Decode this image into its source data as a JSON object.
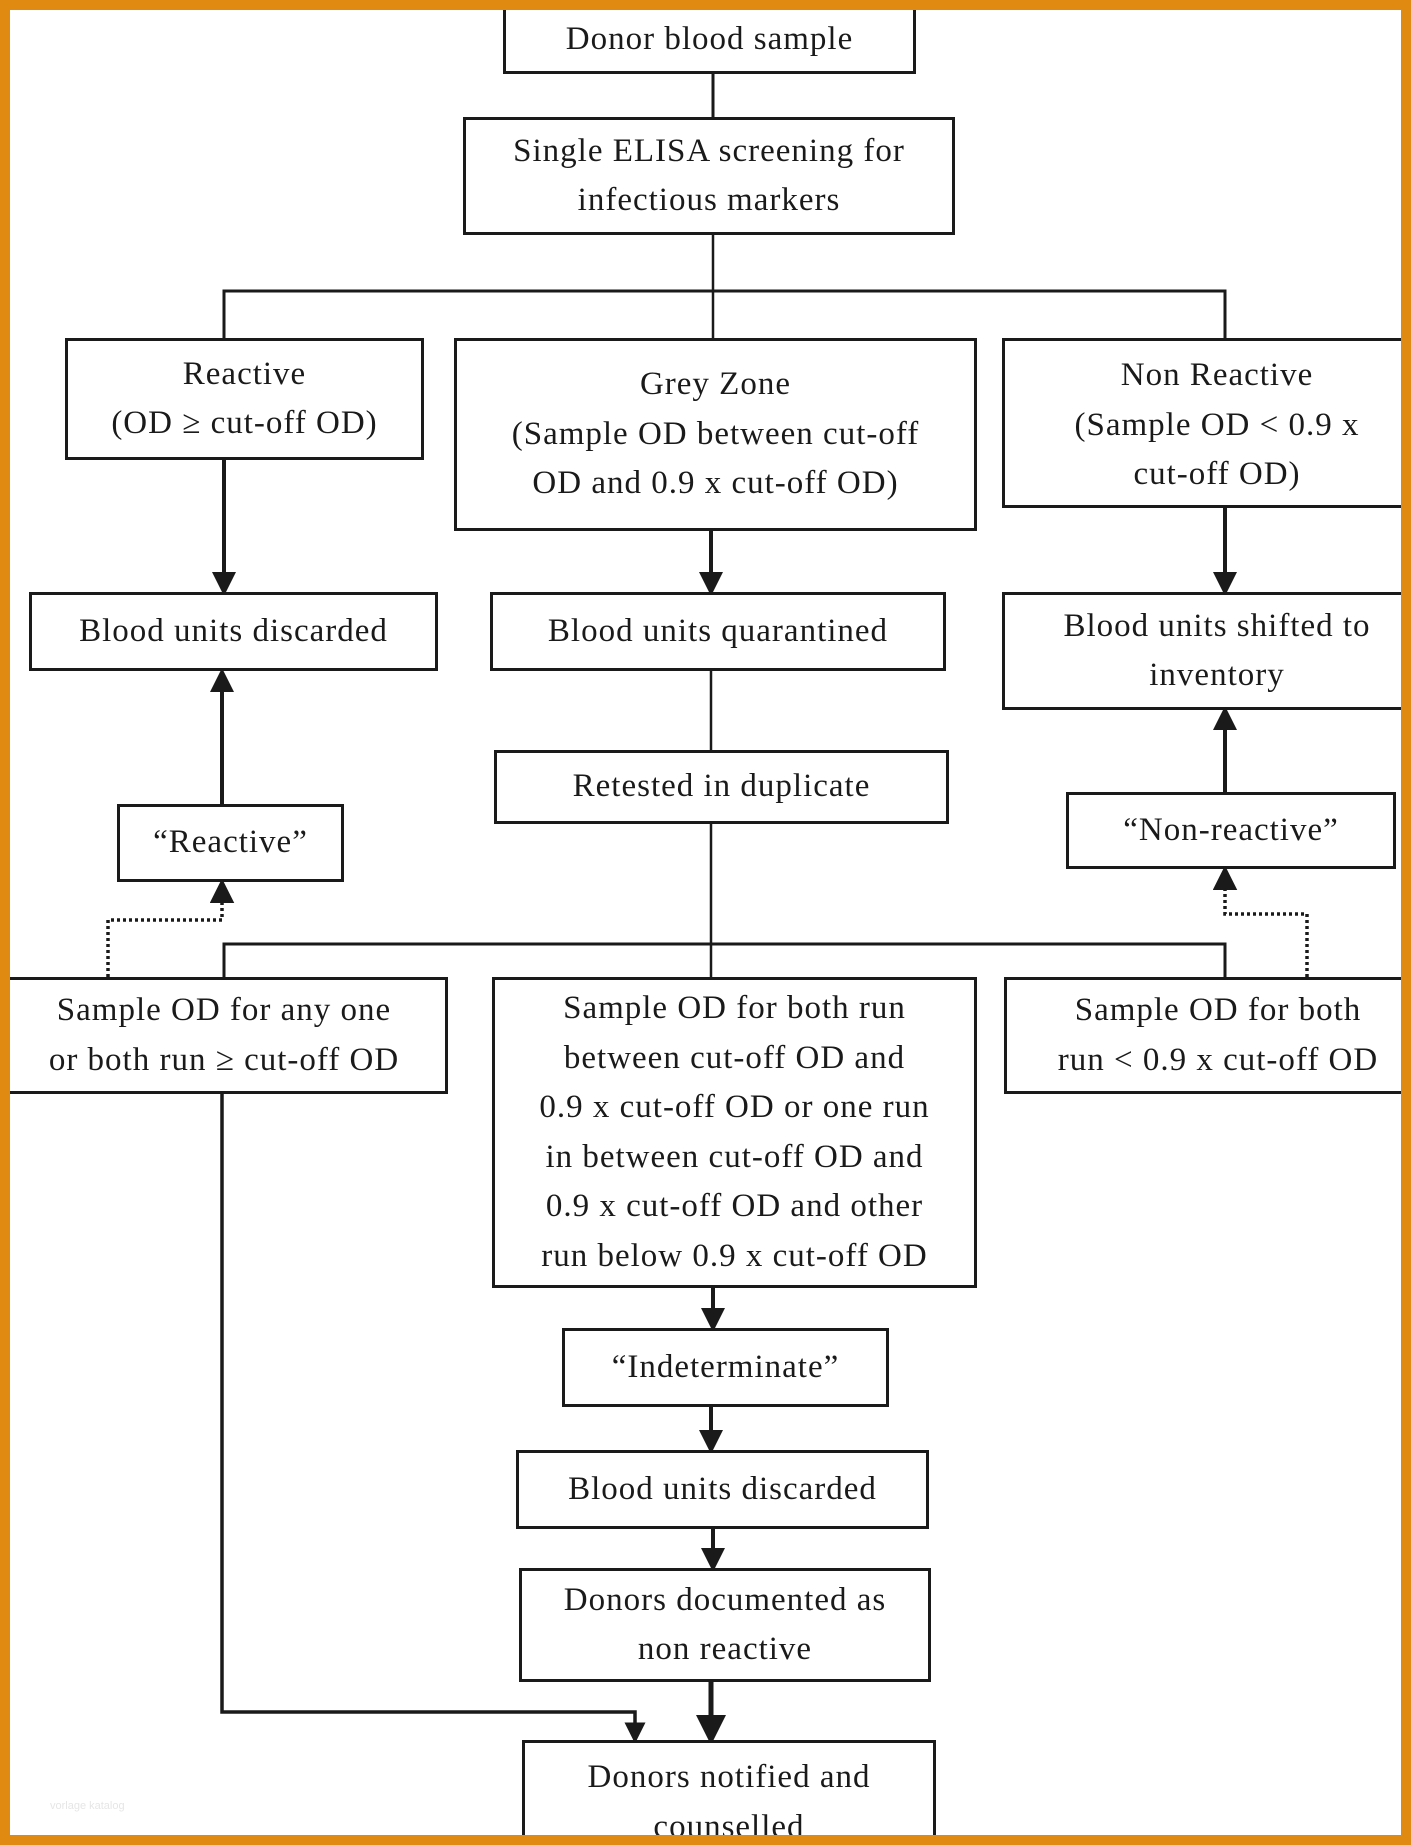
{
  "colors": {
    "frame": "#E08A12",
    "line": "#1a1a1a",
    "background": "#ffffff"
  },
  "nodes": {
    "donor_sample": "Donor blood sample",
    "screening": "Single ELISA screening for\ninfectious markers",
    "reactive": "Reactive\n(OD ≥ cut-off OD)",
    "grey_zone": "Grey Zone\n(Sample OD between cut-off\nOD and 0.9 x cut-off OD)",
    "non_reactive": "Non Reactive\n(Sample OD < 0.9 x\ncut-off OD)",
    "units_discarded_left": "Blood units discarded",
    "units_quarantined": "Blood units quarantined",
    "units_inventory": "Blood units shifted to\ninventory",
    "retested": "Retested in duplicate",
    "result_reactive": "“Reactive”",
    "result_non_reactive": "“Non-reactive”",
    "od_any_run": "Sample OD for any one\nor both run ≥ cut-off OD",
    "od_between": "Sample OD for both run\nbetween cut-off OD and\n0.9 x cut-off OD or one run\nin between cut-off OD and\n0.9 x cut-off OD and other\nrun below 0.9 x cut-off OD",
    "od_below": "Sample OD for both\nrun < 0.9 x cut-off OD",
    "indeterminate": "“Indeterminate”",
    "units_discarded_center": "Blood units discarded",
    "donors_documented": "Donors documented as\nnon reactive",
    "donors_notified": "Donors notified and\ncounselled"
  },
  "watermark": "vorlage katalog"
}
